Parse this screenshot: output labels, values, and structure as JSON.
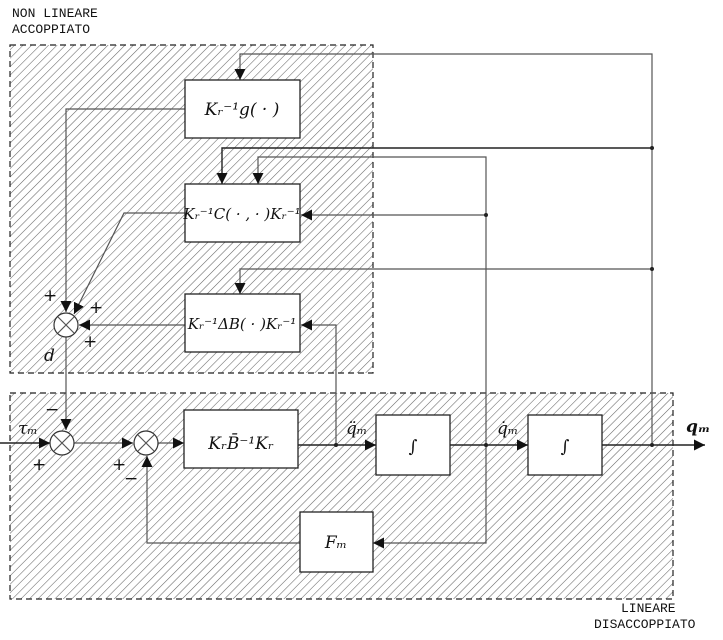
{
  "regions": {
    "nonlinear": {
      "line1": "NON  LINEARE",
      "line2": "ACCOPPIATO"
    },
    "linear": {
      "line1": "LINEARE",
      "line2": "DISACCOPPIATO"
    }
  },
  "blocks": {
    "gravity": "Kᵣ⁻¹g( · )",
    "coriolis": "Kᵣ⁻¹C( · , · )Kᵣ⁻¹",
    "friction": "Kᵣ⁻¹ΔB( · )Kᵣ⁻¹",
    "inertia": "KᵣB̄⁻¹Kᵣ",
    "integrator1": "∫",
    "integrator2": "∫",
    "feedback": "Fₘ"
  },
  "signals": {
    "d": "d",
    "tau_m": "τₘ",
    "qdd_m": "q̈ₘ",
    "qd_m": "q̇ₘ",
    "q_m": "qₘ"
  },
  "signs": {
    "top_sum_plus1": "+",
    "top_sum_plus2": "+",
    "top_sum_plus3": "+",
    "sum1_minus": "−",
    "sum1_plus": "+",
    "sum2_plus": "+",
    "sum2_minus": "−"
  }
}
